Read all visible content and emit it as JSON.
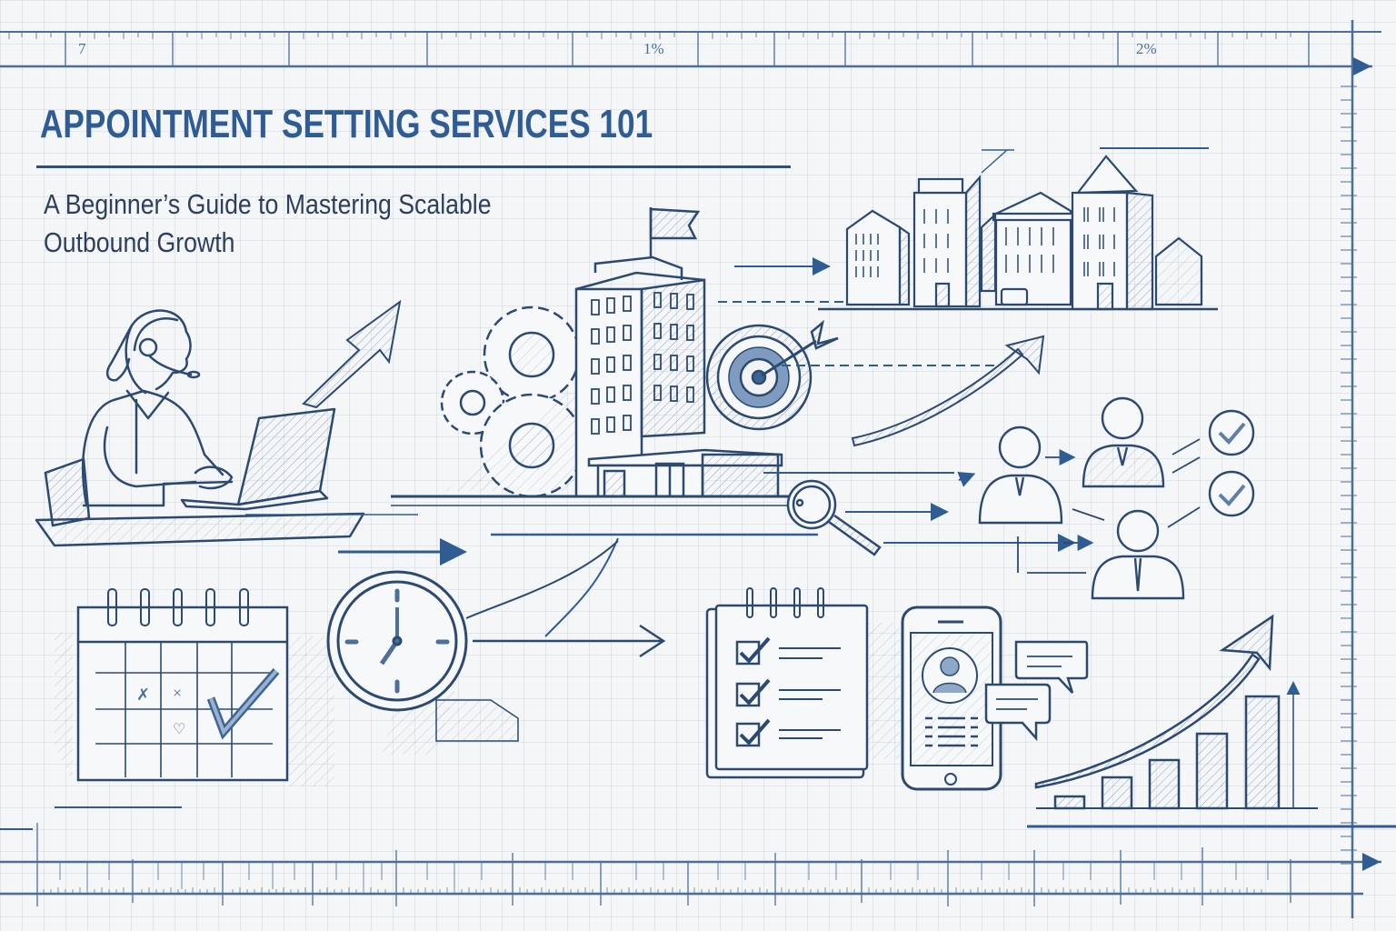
{
  "header": {
    "title": "Appointment Setting Services 101",
    "subtitle_line1": "A Beginner’s Guide to Mastering Scalable",
    "subtitle_line2": "Outbound Growth"
  },
  "ruler": {
    "top_labels": [
      "7",
      "1%",
      "2%"
    ]
  },
  "illustration": {
    "scenes": [
      {
        "name": "agent-with-headset-at-laptop",
        "icon": "headset-agent-icon"
      },
      {
        "name": "growth-arrow",
        "icon": "trend-up-arrow-icon"
      },
      {
        "name": "gears",
        "icon": "gears-icon"
      },
      {
        "name": "headquarters-building",
        "icon": "building-flag-icon"
      },
      {
        "name": "target-with-arrow",
        "icon": "target-icon"
      },
      {
        "name": "city-skyline",
        "icon": "city-icon"
      },
      {
        "name": "magnifier",
        "icon": "magnifier-icon"
      },
      {
        "name": "prospect-network",
        "icon": "people-network-icon"
      },
      {
        "name": "approval-checks",
        "icon": "check-circle-icon"
      },
      {
        "name": "calendar-checked",
        "icon": "calendar-check-icon"
      },
      {
        "name": "clock-8-oclock",
        "icon": "clock-icon"
      },
      {
        "name": "checklist-notepad",
        "icon": "checklist-icon"
      },
      {
        "name": "smartphone-contact-chat",
        "icon": "phone-chat-icon"
      },
      {
        "name": "growth-bar-chart",
        "icon": "bar-chart-icon"
      }
    ],
    "calendar_marks": [
      "✗",
      "×",
      "♡",
      "✓"
    ],
    "checklist_items": 3,
    "bar_chart_relative_heights": [
      1,
      3,
      5,
      8,
      12
    ]
  },
  "colors": {
    "ink": "#2f5d93",
    "ink_dark": "#2c4a70",
    "paper": "#f5f6f7",
    "grid": "#c9d5e3"
  }
}
